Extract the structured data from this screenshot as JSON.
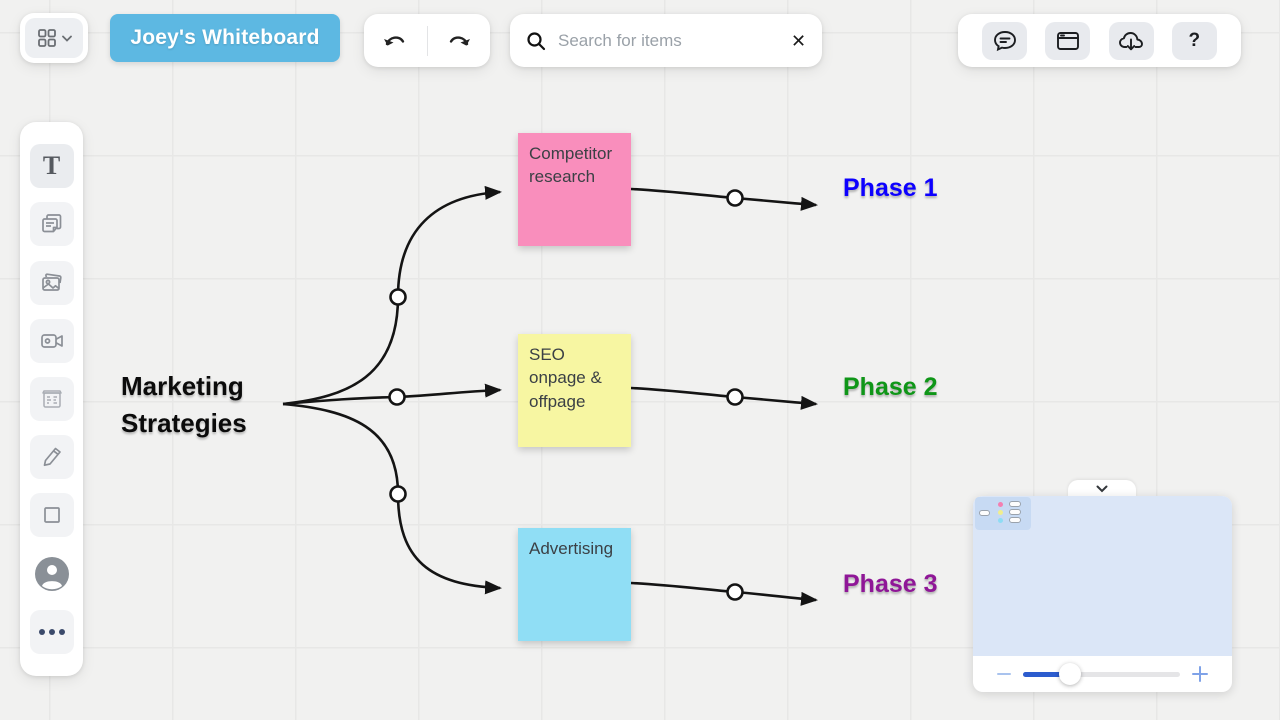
{
  "header": {
    "title": "Joey's Whiteboard",
    "search": {
      "placeholder": "Search for items",
      "clear_glyph": "✕"
    },
    "actions": {
      "comment": "comments",
      "board": "boards-panel",
      "export": "cloud-download",
      "help_label": "?"
    }
  },
  "toolbar_left": {
    "text_tool_glyph": "T",
    "items": [
      "text-tool",
      "notes-tool",
      "image-tool",
      "video-tool",
      "template-tool",
      "pencil-tool",
      "shape-tool",
      "avatar-tool",
      "more-tool"
    ]
  },
  "canvas": {
    "root_label": "Marketing\nStrategies",
    "notes": [
      {
        "text": "Competitor\nresearch",
        "color": "#f98ebc"
      },
      {
        "text": "SEO\nonpage &\noffpage",
        "color": "#f7f6a2"
      },
      {
        "text": "Advertising",
        "color": "#90def5"
      }
    ],
    "phases": [
      {
        "text": "Phase 1",
        "color": "#0d00ff"
      },
      {
        "text": "Phase 2",
        "color": "#0f9618"
      },
      {
        "text": "Phase 3",
        "color": "#8f1697"
      }
    ],
    "connector_color": "#141414"
  },
  "minimap": {
    "zoom_fill_percent": 30,
    "dot_colors": {
      "pink": "#f47fb1",
      "yellow": "#f1ee8e",
      "blue": "#8edcf4"
    }
  },
  "theme": {
    "title_button_bg": "#5db8e2",
    "slider_fill": "#2c5cce",
    "canvas_bg": "#f1f1f0"
  }
}
